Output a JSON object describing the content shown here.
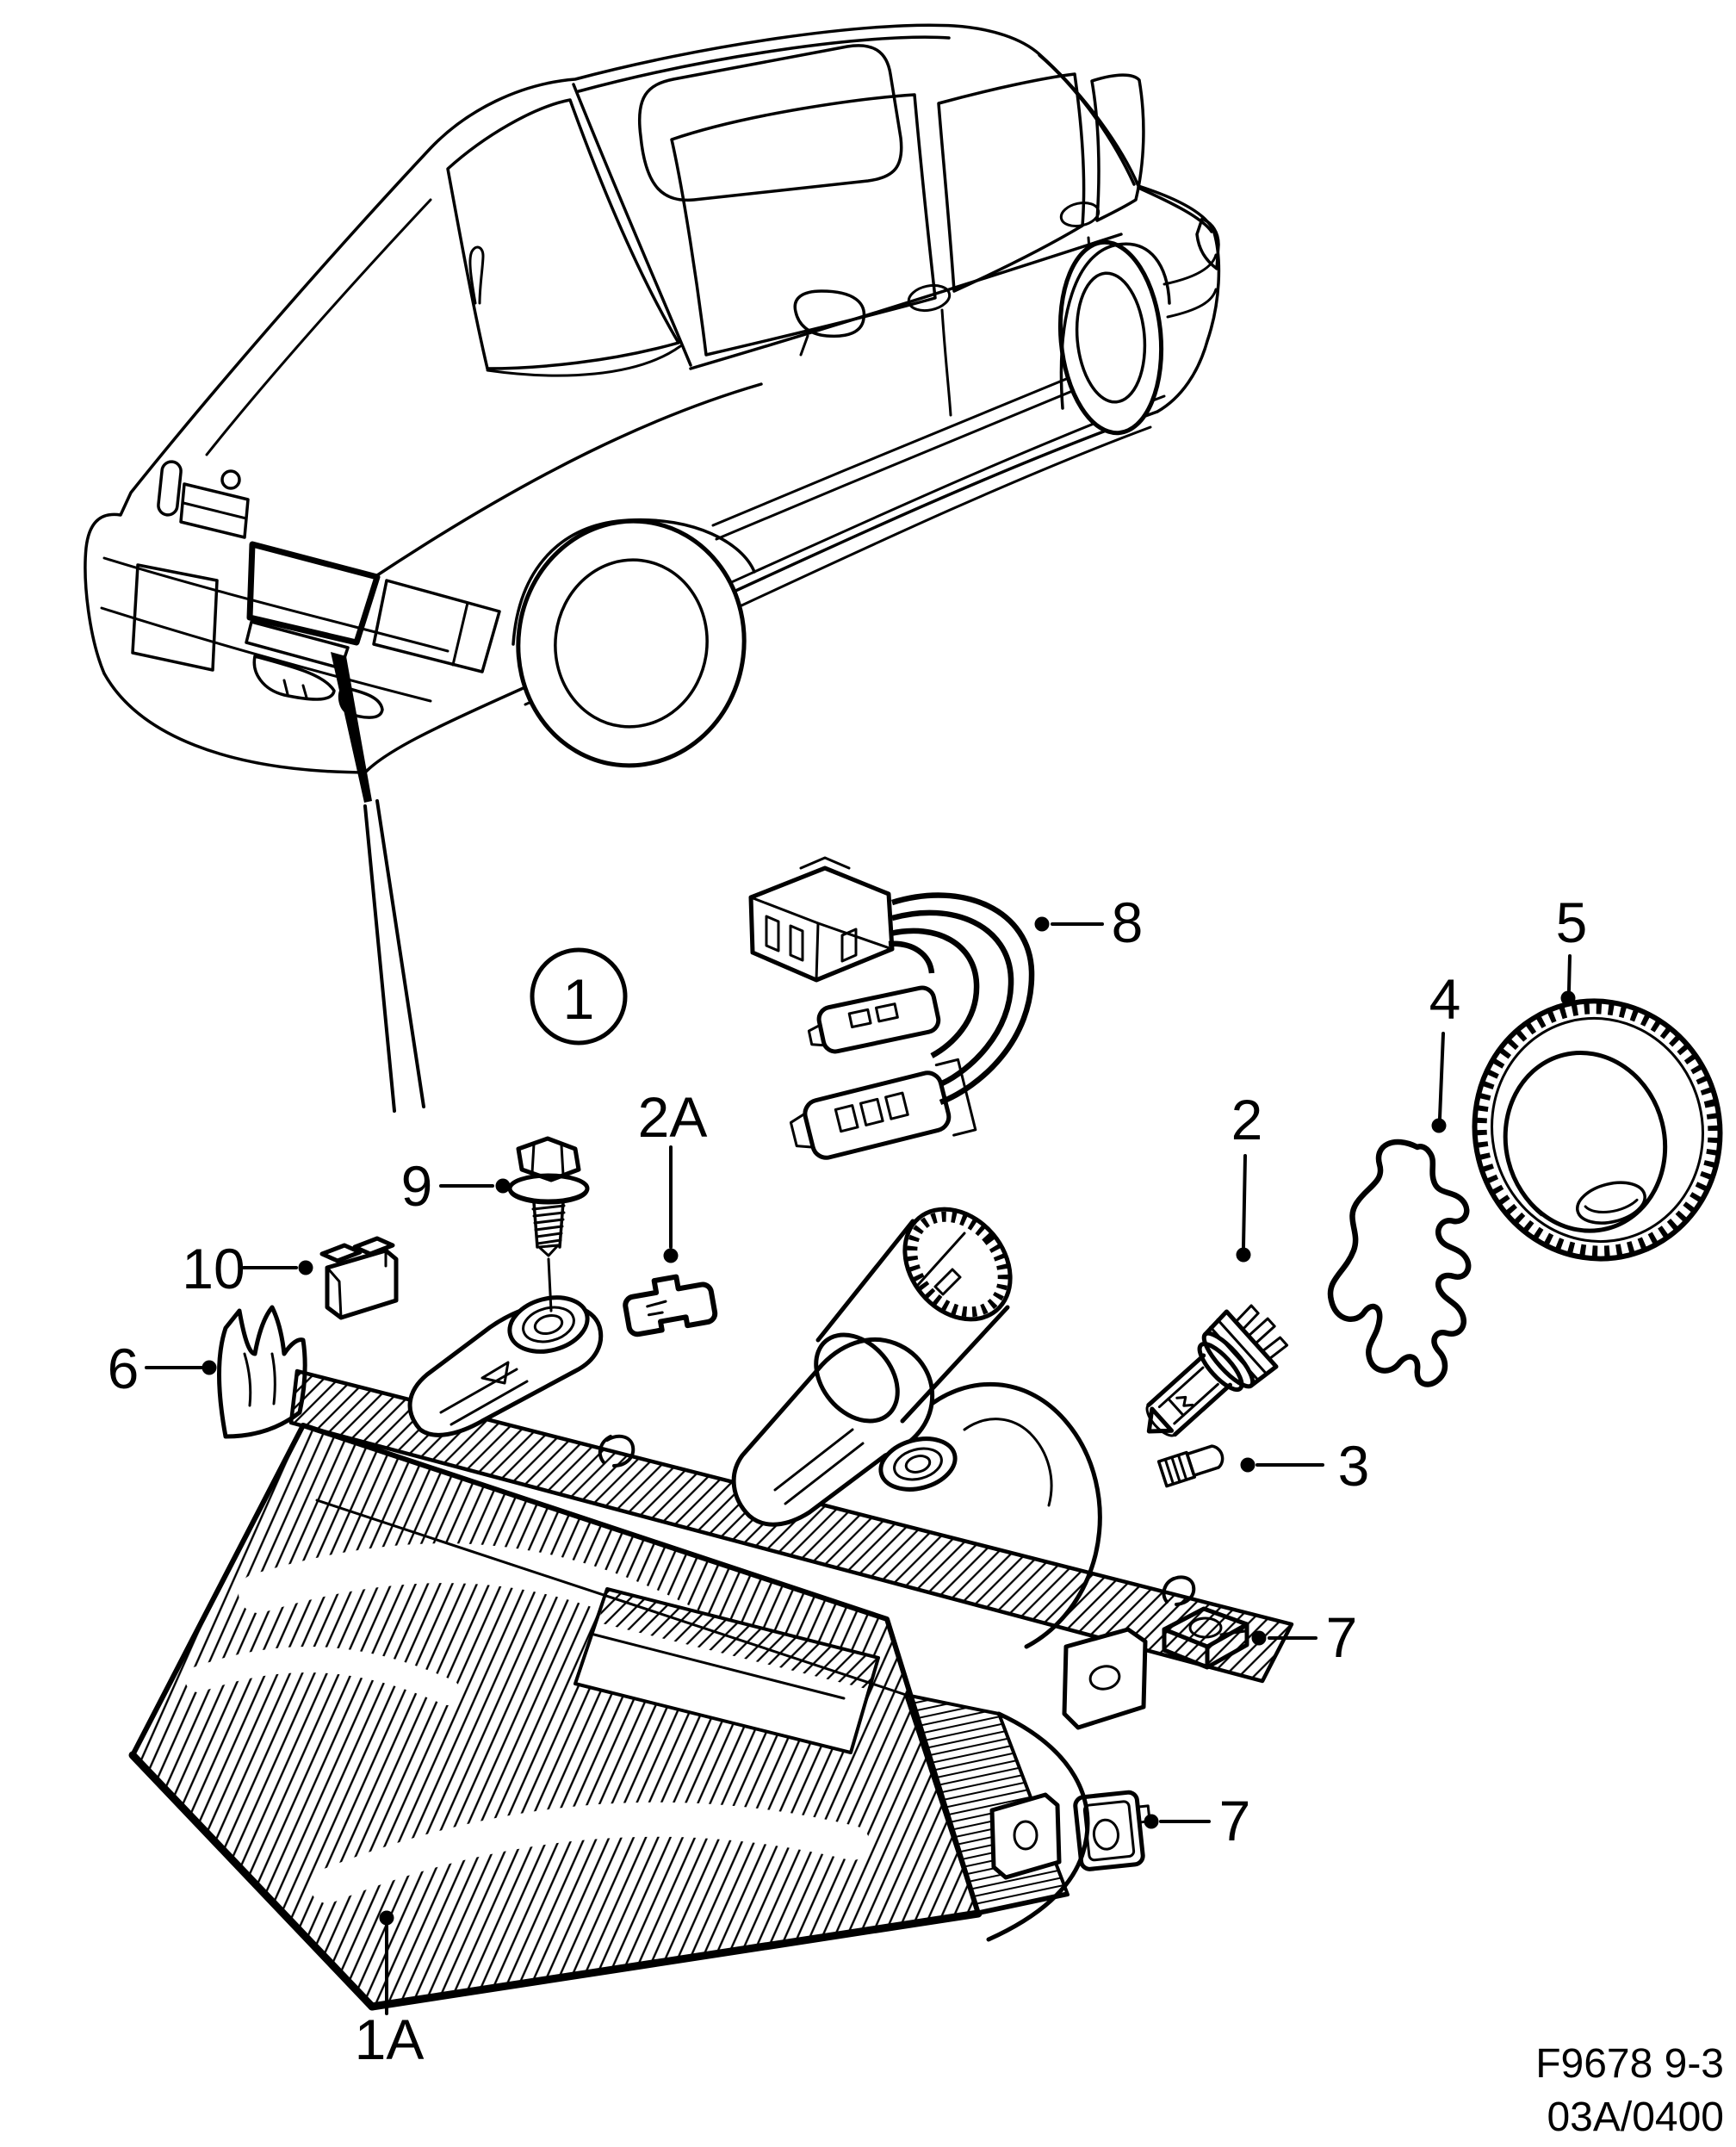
{
  "footer": {
    "figure_code": "F9678 9-3",
    "revision_code": "03A/0400"
  },
  "callouts": {
    "c1": "1",
    "c1a": "1A",
    "c2": "2",
    "c2a": "2A",
    "c3": "3",
    "c4": "4",
    "c5": "5",
    "c6": "6",
    "c7_upper": "7",
    "c7_lower": "7",
    "c8": "8",
    "c9": "9",
    "c10": "10"
  }
}
